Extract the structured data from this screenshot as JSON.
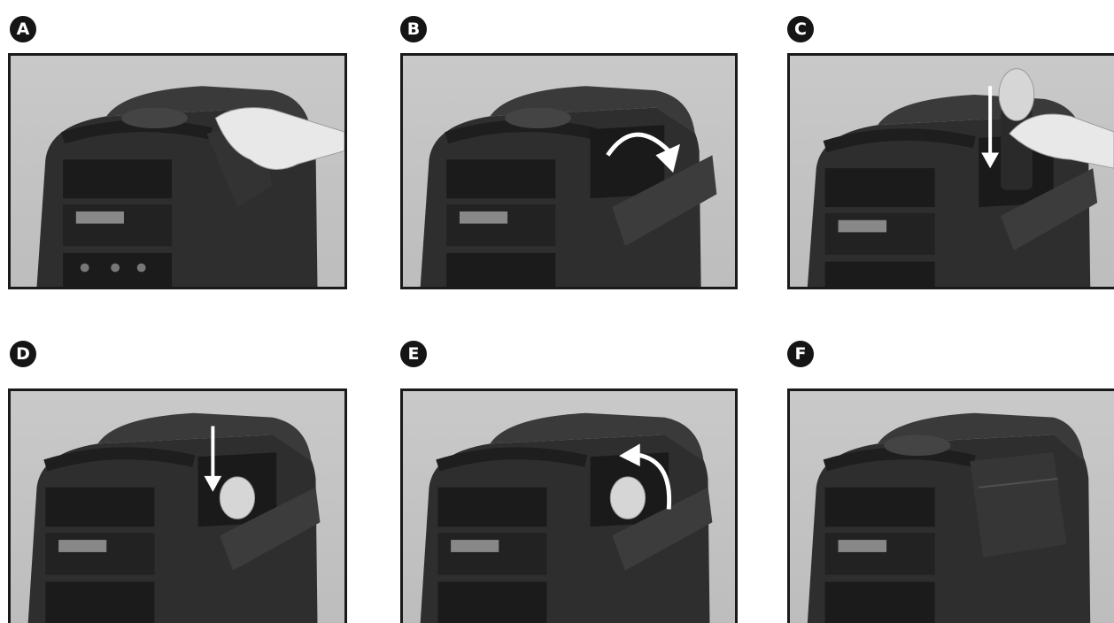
{
  "steps": [
    {
      "label": "A",
      "action": "press-lid"
    },
    {
      "label": "B",
      "action": "open-lid"
    },
    {
      "label": "C",
      "action": "insert-microphone"
    },
    {
      "label": "D",
      "action": "microphone-inserted"
    },
    {
      "label": "E",
      "action": "close-lid"
    },
    {
      "label": "F",
      "action": "lid-closed"
    }
  ],
  "colors": {
    "badge": "#151515",
    "frame": "#1a1a1a",
    "background": "#c5c5c5",
    "speaker_body": "#2e2e2e",
    "arrow": "#ffffff"
  },
  "icons": [
    "arrow-down-icon",
    "arrow-clockwise-icon",
    "arrow-counterclockwise-icon"
  ]
}
